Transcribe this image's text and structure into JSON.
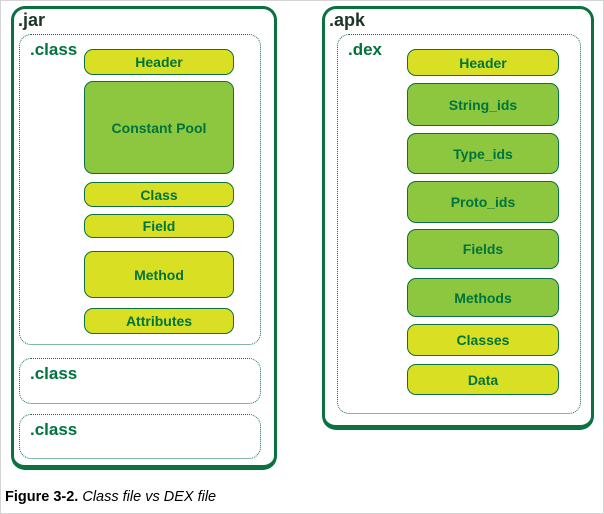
{
  "colors": {
    "yellow": "#d9df22",
    "green": "#8dc63f",
    "dark": "#00743c",
    "border": "#0a7140",
    "label": "#1c3527"
  },
  "jar": {
    "label": ".jar",
    "classes": [
      {
        "label": ".class",
        "boxes": [
          {
            "label": "Header",
            "color": "yellow"
          },
          {
            "label": "Constant Pool",
            "color": "green"
          },
          {
            "label": "Class",
            "color": "yellow"
          },
          {
            "label": "Field",
            "color": "yellow"
          },
          {
            "label": "Method",
            "color": "yellow"
          },
          {
            "label": "Attributes",
            "color": "yellow"
          }
        ]
      },
      {
        "label": ".class"
      },
      {
        "label": ".class"
      }
    ]
  },
  "apk": {
    "label": ".apk",
    "dex": {
      "label": ".dex",
      "boxes": [
        {
          "label": "Header",
          "color": "yellow"
        },
        {
          "label": "String_ids",
          "color": "green"
        },
        {
          "label": "Type_ids",
          "color": "green"
        },
        {
          "label": "Proto_ids",
          "color": "green"
        },
        {
          "label": "Fields",
          "color": "green"
        },
        {
          "label": "Methods",
          "color": "green"
        },
        {
          "label": "Classes",
          "color": "yellow"
        },
        {
          "label": "Data",
          "color": "yellow"
        }
      ]
    }
  },
  "caption": {
    "label": "Figure 3-2.",
    "title": "Class file vs DEX file"
  }
}
